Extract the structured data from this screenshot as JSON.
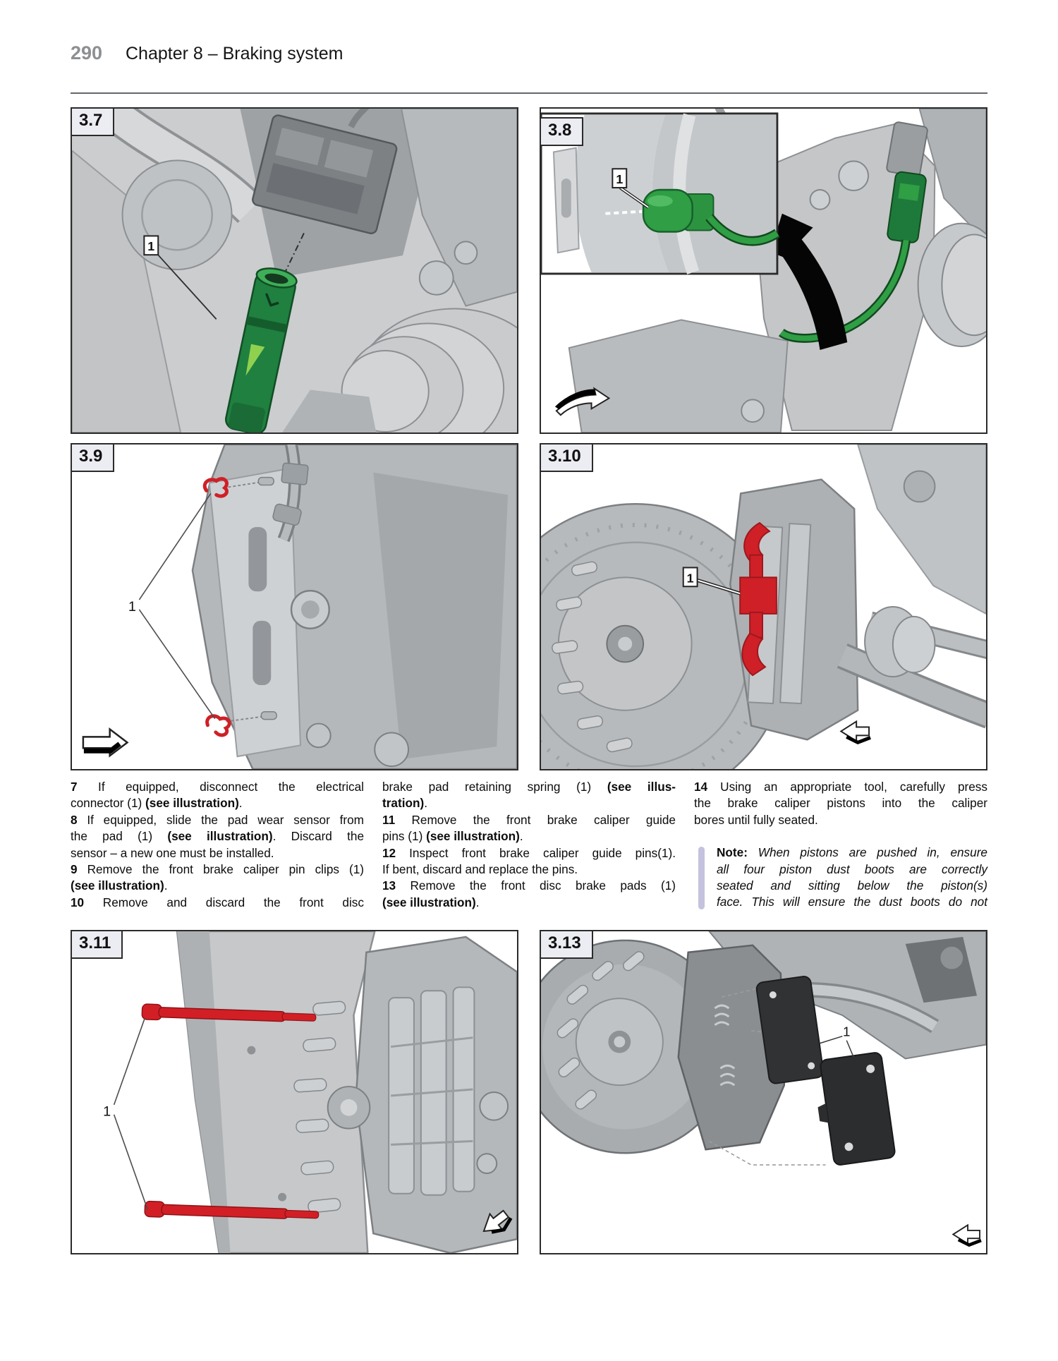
{
  "page": {
    "number": "290",
    "title": "Chapter 8 – Braking system"
  },
  "colors": {
    "accent_green": "#2f9e44",
    "dark_green": "#1a6b2f",
    "highlight_red": "#d21f26",
    "note_bar": "#c5c2de",
    "figure_label_bg": "#ececf3",
    "page_number_gray": "#8d8f92"
  },
  "figures": {
    "f37": {
      "label": "3.7",
      "callout": "1"
    },
    "f38": {
      "label": "3.8",
      "callout": "1"
    },
    "f39": {
      "label": "3.9",
      "callout": "1"
    },
    "f310": {
      "label": "3.10",
      "callout": "1"
    },
    "f311": {
      "label": "3.11",
      "callout": "1"
    },
    "f313": {
      "label": "3.13",
      "callout": "1"
    }
  },
  "text": {
    "columns": [
      {
        "blocks": [
          {
            "type": "lines",
            "lines": [
              {
                "just": true,
                "parts": [
                  {
                    "t": "7",
                    "b": true
                  },
                  {
                    "t": " If equipped, disconnect the electrical"
                  }
                ]
              },
              {
                "just": false,
                "parts": [
                  {
                    "t": "connector (1) "
                  },
                  {
                    "t": "(see illustration)",
                    "b": true
                  },
                  {
                    "t": "."
                  }
                ]
              },
              {
                "just": true,
                "parts": [
                  {
                    "t": "8",
                    "b": true
                  },
                  {
                    "t": " If equipped, slide the pad wear sensor from"
                  }
                ]
              },
              {
                "just": true,
                "parts": [
                  {
                    "t": "the pad (1) "
                  },
                  {
                    "t": "(see illustration)",
                    "b": true
                  },
                  {
                    "t": ". Discard the"
                  }
                ]
              },
              {
                "just": false,
                "parts": [
                  {
                    "t": "sensor – a new one must be installed."
                  }
                ]
              },
              {
                "just": true,
                "parts": [
                  {
                    "t": "9",
                    "b": true
                  },
                  {
                    "t": " Remove the front brake caliper pin clips (1)"
                  }
                ]
              },
              {
                "just": false,
                "parts": [
                  {
                    "t": "(see illustration)",
                    "b": true
                  },
                  {
                    "t": "."
                  }
                ]
              },
              {
                "just": true,
                "parts": [
                  {
                    "t": "10",
                    "b": true
                  },
                  {
                    "t": " Remove and discard the front disc"
                  }
                ]
              }
            ]
          }
        ]
      },
      {
        "blocks": [
          {
            "type": "lines",
            "lines": [
              {
                "just": true,
                "parts": [
                  {
                    "t": "brake pad retaining spring (1) "
                  },
                  {
                    "t": "(see illus-",
                    "b": true
                  }
                ]
              },
              {
                "just": false,
                "parts": [
                  {
                    "t": "tration)",
                    "b": true
                  },
                  {
                    "t": "."
                  }
                ]
              },
              {
                "just": true,
                "parts": [
                  {
                    "t": "11",
                    "b": true
                  },
                  {
                    "t": " Remove the front brake caliper guide"
                  }
                ]
              },
              {
                "just": false,
                "parts": [
                  {
                    "t": "pins (1) "
                  },
                  {
                    "t": "(see illustration)",
                    "b": true
                  },
                  {
                    "t": "."
                  }
                ]
              },
              {
                "just": true,
                "parts": [
                  {
                    "t": "12",
                    "b": true
                  },
                  {
                    "t": " Inspect front brake caliper guide pins(1)."
                  }
                ]
              },
              {
                "just": false,
                "parts": [
                  {
                    "t": "If bent, discard and replace the pins."
                  }
                ]
              },
              {
                "just": true,
                "parts": [
                  {
                    "t": "13",
                    "b": true
                  },
                  {
                    "t": " Remove the front disc brake pads (1)"
                  }
                ]
              },
              {
                "just": false,
                "parts": [
                  {
                    "t": "(see illustration)",
                    "b": true
                  },
                  {
                    "t": "."
                  }
                ]
              }
            ]
          }
        ]
      },
      {
        "blocks": [
          {
            "type": "lines",
            "lines": [
              {
                "just": true,
                "parts": [
                  {
                    "t": "14",
                    "b": true
                  },
                  {
                    "t": " Using an appropriate tool, carefully press"
                  }
                ]
              },
              {
                "just": true,
                "parts": [
                  {
                    "t": "the brake caliper pistons into the caliper"
                  }
                ]
              },
              {
                "just": false,
                "parts": [
                  {
                    "t": "bores until fully seated."
                  }
                ]
              }
            ]
          },
          {
            "type": "note",
            "lines": [
              {
                "just": true,
                "parts": [
                  {
                    "t": "Note: ",
                    "b": true,
                    "r": true
                  },
                  {
                    "t": "When pistons are pushed in, ensure"
                  }
                ]
              },
              {
                "just": true,
                "parts": [
                  {
                    "t": "all four piston dust boots are correctly"
                  }
                ]
              },
              {
                "just": true,
                "parts": [
                  {
                    "t": "seated and sitting below the piston(s)"
                  }
                ]
              },
              {
                "just": true,
                "parts": [
                  {
                    "t": "face. This will ensure the dust boots do not"
                  }
                ]
              }
            ]
          }
        ]
      }
    ]
  }
}
